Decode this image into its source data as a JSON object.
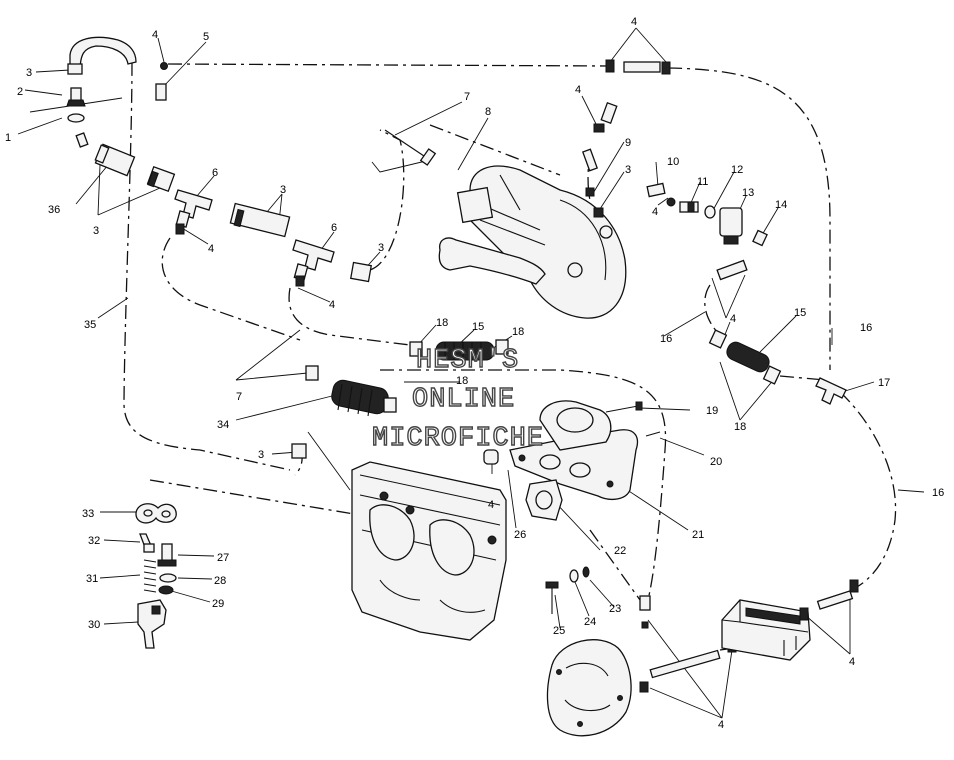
{
  "watermark": {
    "line1": "HESM'S",
    "line2": "ONLINE",
    "line3": "MICROFICHE"
  },
  "callouts": [
    {
      "n": "1"
    },
    {
      "n": "2"
    },
    {
      "n": "3"
    },
    {
      "n": "3"
    },
    {
      "n": "4"
    },
    {
      "n": "5"
    },
    {
      "n": "4"
    },
    {
      "n": "7"
    },
    {
      "n": "8"
    },
    {
      "n": "4"
    },
    {
      "n": "9"
    },
    {
      "n": "3"
    },
    {
      "n": "10"
    },
    {
      "n": "11"
    },
    {
      "n": "12"
    },
    {
      "n": "13"
    },
    {
      "n": "14"
    },
    {
      "n": "4"
    },
    {
      "n": "36"
    },
    {
      "n": "3"
    },
    {
      "n": "6"
    },
    {
      "n": "3"
    },
    {
      "n": "4"
    },
    {
      "n": "6"
    },
    {
      "n": "3"
    },
    {
      "n": "4"
    },
    {
      "n": "4"
    },
    {
      "n": "35"
    },
    {
      "n": "18"
    },
    {
      "n": "15"
    },
    {
      "n": "18"
    },
    {
      "n": "16"
    },
    {
      "n": "4"
    },
    {
      "n": "15"
    },
    {
      "n": "16"
    },
    {
      "n": "17"
    },
    {
      "n": "7"
    },
    {
      "n": "18"
    },
    {
      "n": "34"
    },
    {
      "n": "19"
    },
    {
      "n": "18"
    },
    {
      "n": "20"
    },
    {
      "n": "3"
    },
    {
      "n": "4"
    },
    {
      "n": "26"
    },
    {
      "n": "21"
    },
    {
      "n": "16"
    },
    {
      "n": "33"
    },
    {
      "n": "32"
    },
    {
      "n": "27"
    },
    {
      "n": "31"
    },
    {
      "n": "28"
    },
    {
      "n": "29"
    },
    {
      "n": "30"
    },
    {
      "n": "22"
    },
    {
      "n": "23"
    },
    {
      "n": "24"
    },
    {
      "n": "25"
    },
    {
      "n": "4"
    },
    {
      "n": "4"
    }
  ]
}
